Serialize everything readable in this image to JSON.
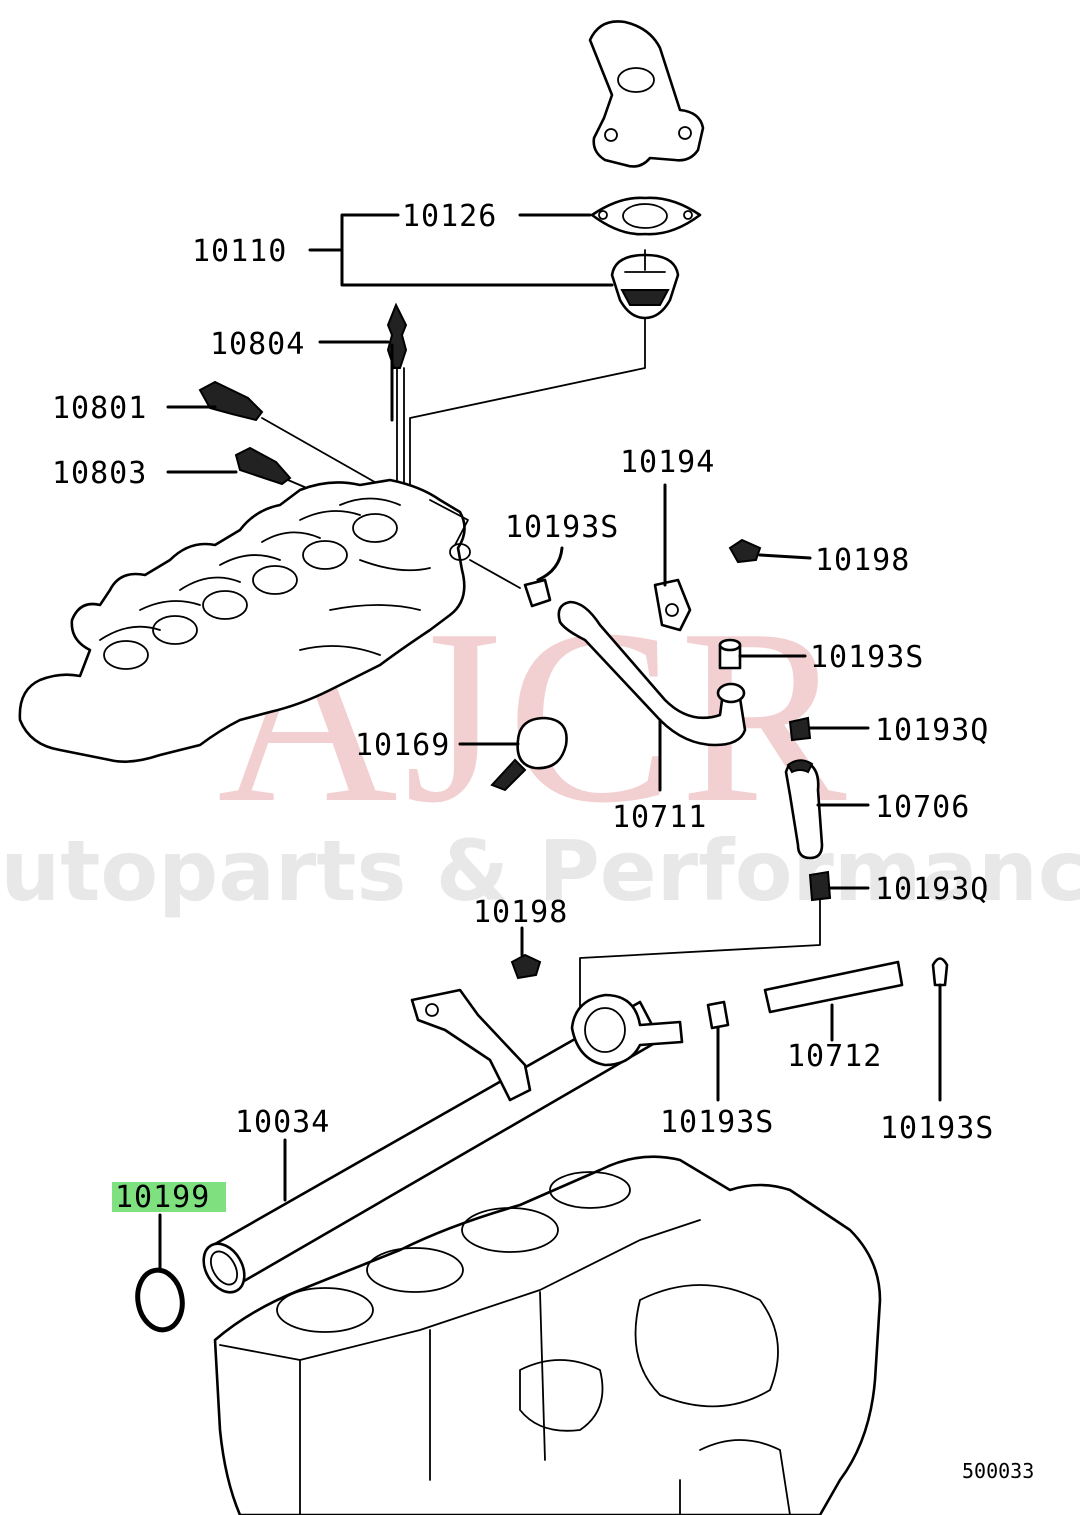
{
  "watermark": {
    "brand": "AJCR",
    "tagline": "Autoparts & Performance",
    "brand_color": "#e8a8ac"
  },
  "highlight_color": "#7fe07f",
  "diagram_code": "500033",
  "parts": {
    "p10110": "10110",
    "p10126": "10126",
    "p10804": "10804",
    "p10801": "10801",
    "p10803": "10803",
    "p10194": "10194",
    "p10193S_a": "10193S",
    "p10198_a": "10198",
    "p10193S_b": "10193S",
    "p10193Q_a": "10193Q",
    "p10169": "10169",
    "p10711": "10711",
    "p10706": "10706",
    "p10193Q_b": "10193Q",
    "p10198_b": "10198",
    "p10712": "10712",
    "p10034": "10034",
    "p10193S_c": "10193S",
    "p10193S_d": "10193S",
    "p10199": "10199"
  }
}
